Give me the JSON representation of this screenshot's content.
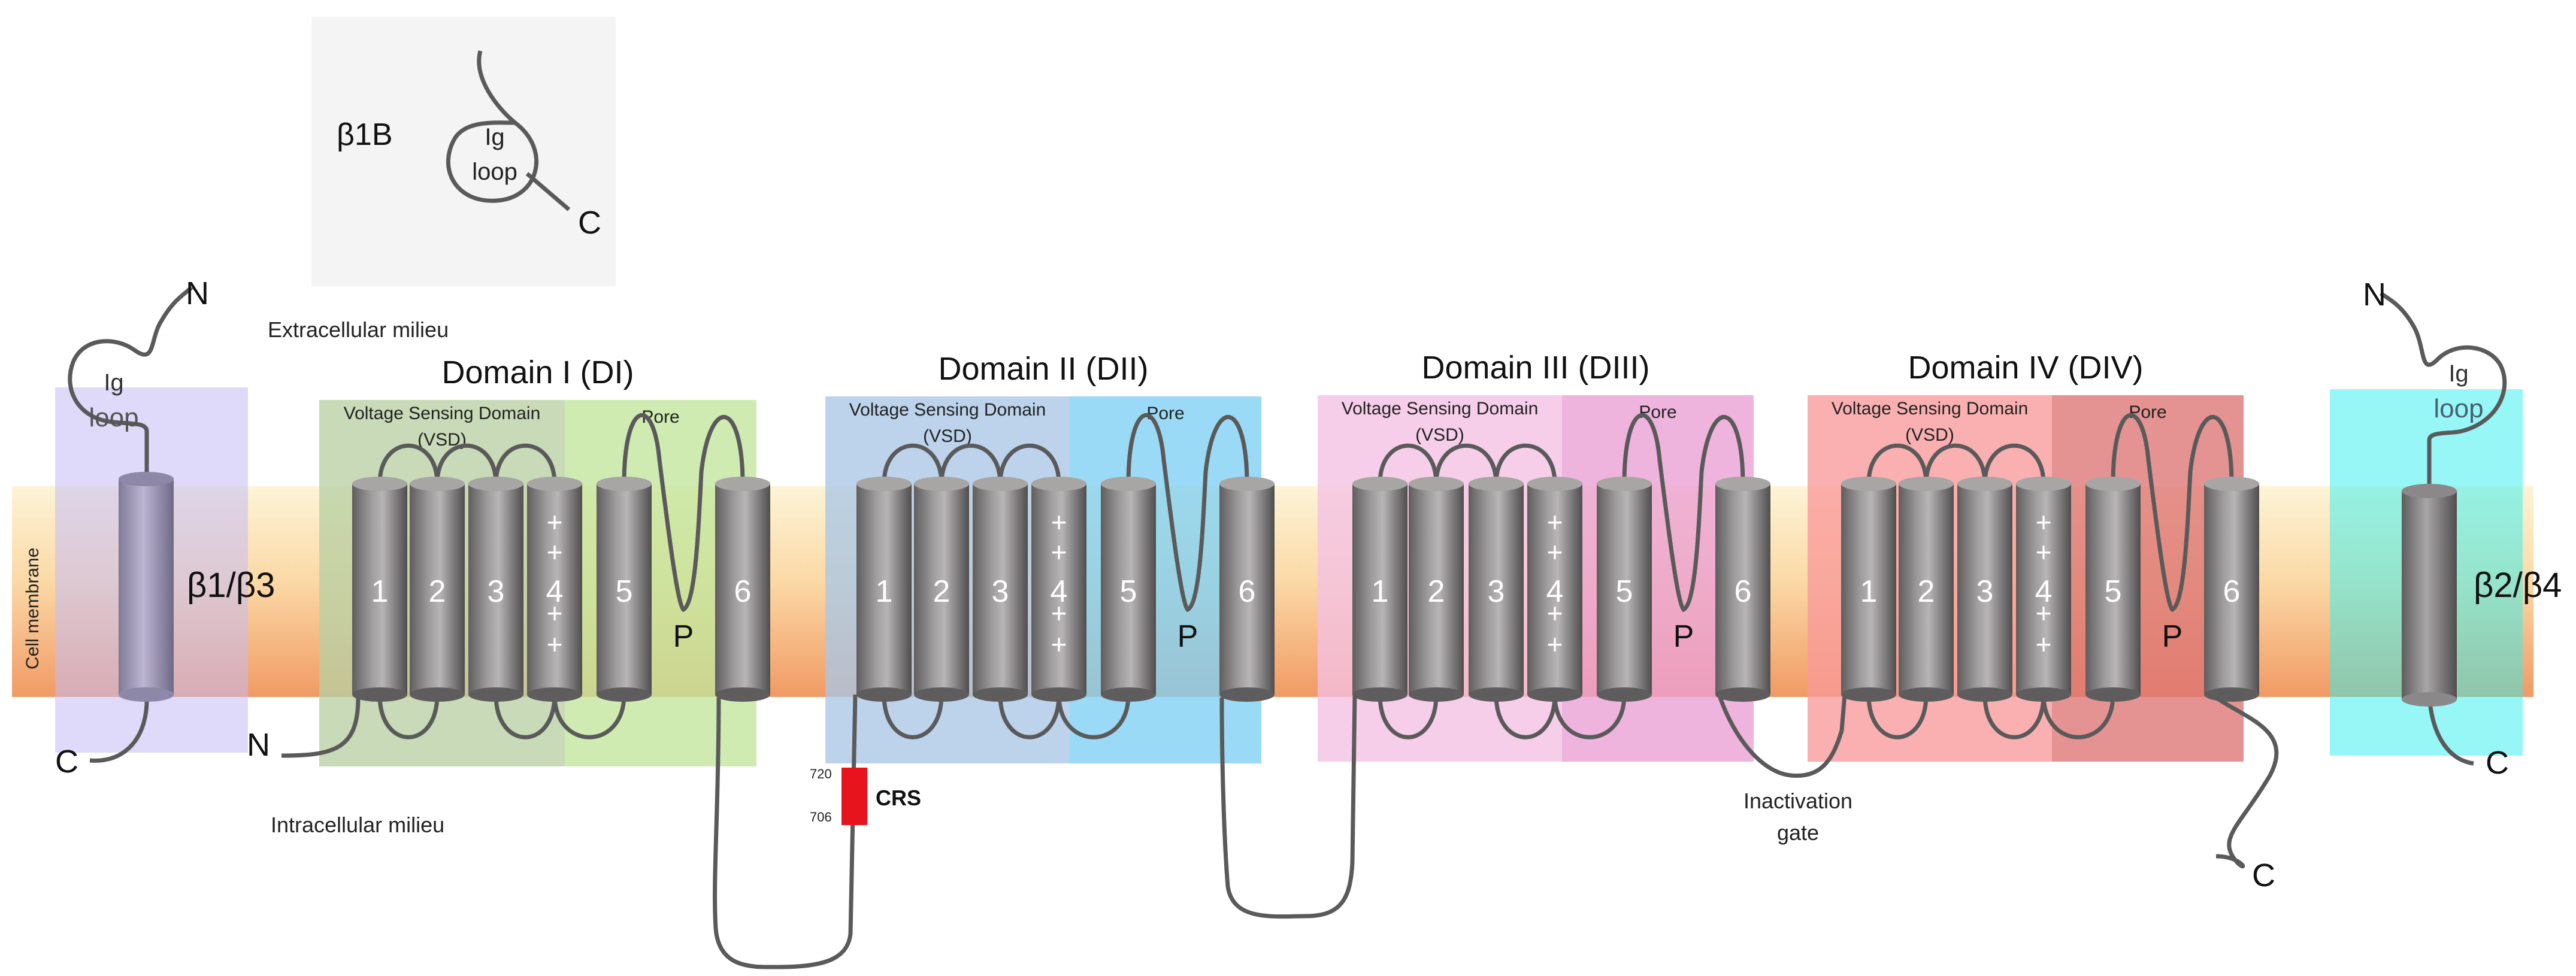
{
  "colors": {
    "membrane_top": "#fdf2cf",
    "membrane_bottom": "#f2a26d",
    "beta1b_bg": "#f4f4f4",
    "beta13_box": "#c5bcf6",
    "beta24_box": "#2ff0f0",
    "d1_vsd": "#b9cfa3",
    "d1_pore": "#c2e69b",
    "d2_vsd": "#a9c6e6",
    "d2_pore": "#7fcff3",
    "d3_vsd": "#f3c0e4",
    "d3_pore": "#eb9fd3",
    "d4_vsd": "#f99a9a",
    "d4_pore": "#dc7373",
    "crs": "#e8141d",
    "helix_light": "#b4b2b2",
    "helix_dark": "#5e5c5c",
    "helix_top": "#a8a5a5",
    "loop": "#5a5a5a"
  },
  "labels": {
    "beta1b_title": "β1B",
    "ig": "Ig",
    "loop": "loop",
    "c": "C",
    "n": "N",
    "extracellular": "Extracellular milieu",
    "intracellular": "Intracellular milieu",
    "cell_membrane": "Cell membrane",
    "beta13": "β1/β3",
    "beta24": "β2/β4",
    "vsd_line1": "Voltage Sensing Domain",
    "vsd_line2": "(VSD)",
    "pore": "Pore",
    "p": "P",
    "plus": "+",
    "crs": "CRS",
    "crs_top": "720",
    "crs_bottom": "706",
    "inactivation_line1": "Inactivation",
    "inactivation_line2": "gate"
  },
  "domains": [
    {
      "title": "Domain I (DI)"
    },
    {
      "title": "Domain II (DII)"
    },
    {
      "title": "Domain III (DIII)"
    },
    {
      "title": "Domain IV (DIV)"
    }
  ],
  "segments": [
    "1",
    "2",
    "3",
    "4",
    "5",
    "6"
  ]
}
